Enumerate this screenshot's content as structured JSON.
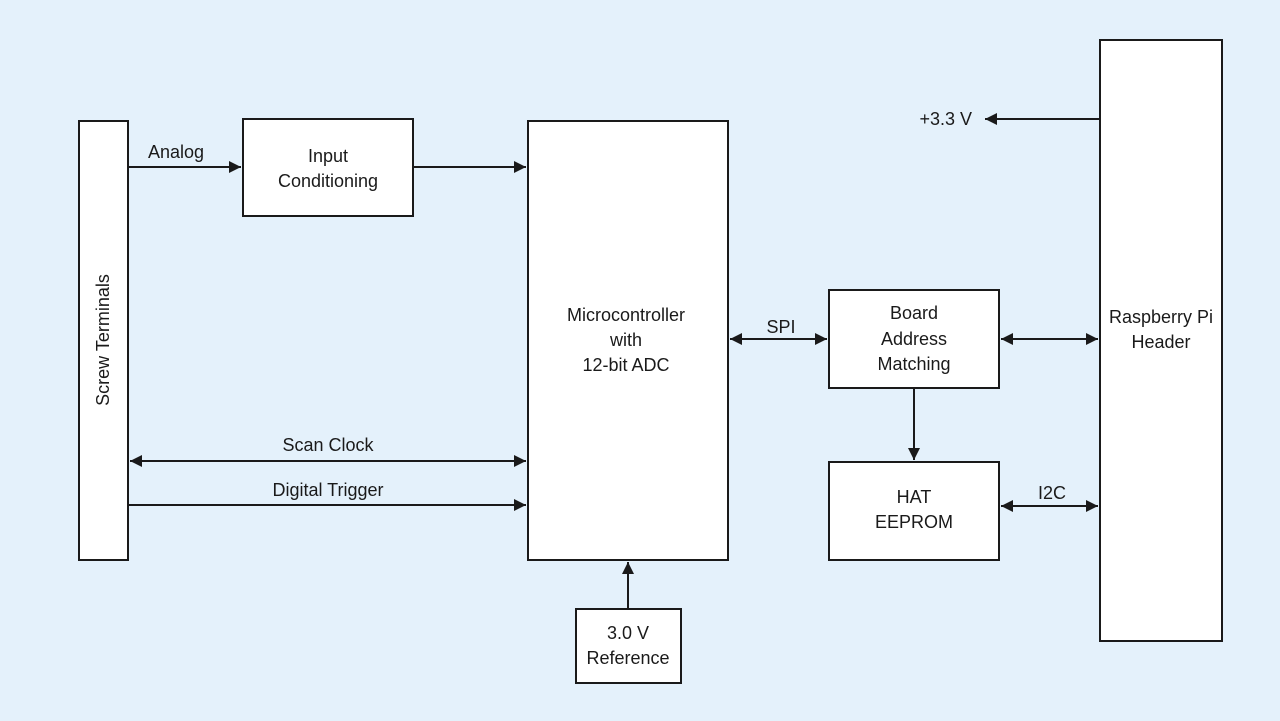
{
  "background": "#e4f1fb",
  "blocks": {
    "screw_terminals": "Screw Terminals",
    "input_conditioning": [
      "Input",
      "Conditioning"
    ],
    "microcontroller": [
      "Microcontroller",
      "with",
      "12-bit ADC"
    ],
    "reference": [
      "3.0 V",
      "Reference"
    ],
    "board_address": [
      "Board",
      "Address",
      "Matching"
    ],
    "hat_eeprom": [
      "HAT",
      "EEPROM"
    ],
    "rpi_header": [
      "Raspberry Pi",
      "Header"
    ]
  },
  "signals": {
    "analog": "Analog",
    "scan_clock": "Scan Clock",
    "digital_trigger": "Digital Trigger",
    "spi": "SPI",
    "i2c": "I2C",
    "power": "+3.3 V"
  }
}
